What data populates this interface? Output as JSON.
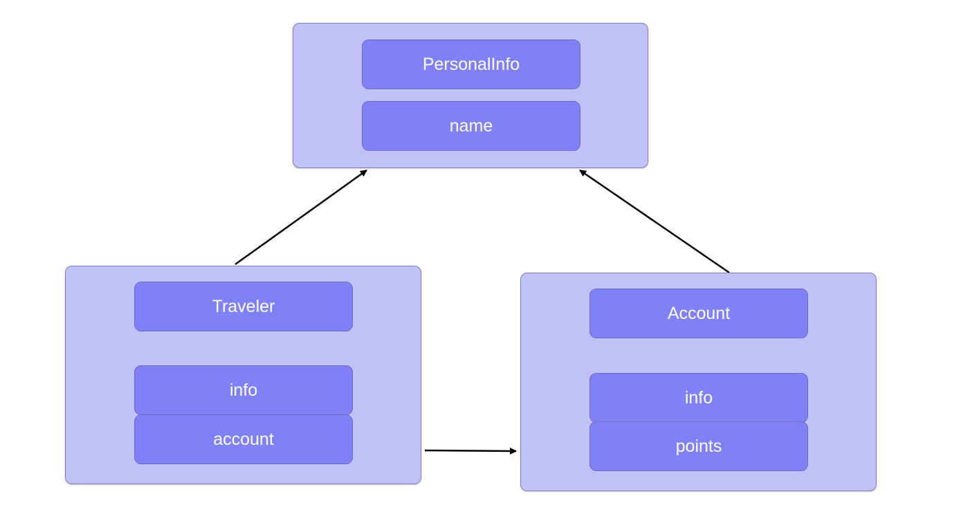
{
  "nodes": {
    "personal_info": {
      "title": "PersonalInfo",
      "fields": [
        "name"
      ]
    },
    "traveler": {
      "title": "Traveler",
      "fields": [
        "info",
        "account"
      ]
    },
    "account": {
      "title": "Account",
      "fields": [
        "info",
        "points"
      ]
    }
  },
  "edges": [
    {
      "from": "traveler",
      "to": "personal_info"
    },
    {
      "from": "account",
      "to": "personal_info"
    },
    {
      "from": "traveler",
      "to": "account"
    }
  ],
  "colors": {
    "container_fill": "#c1c1f8",
    "field_fill": "#8080f7",
    "text": "#ffffff",
    "edge": "#000000"
  }
}
